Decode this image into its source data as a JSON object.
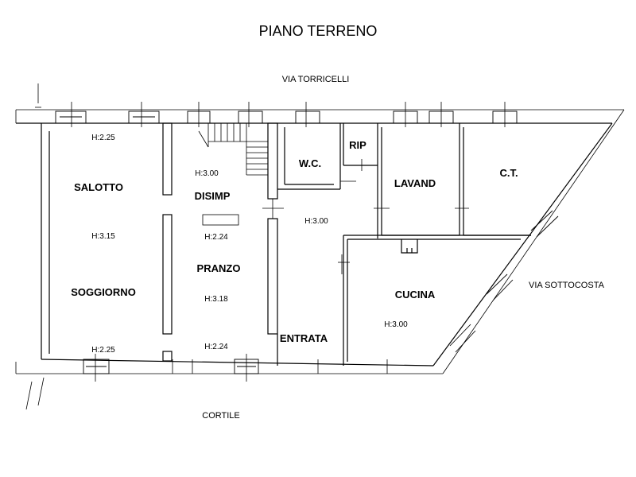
{
  "plan": {
    "title": "PIANO TERRENO",
    "streets": {
      "north": "VIA TORRICELLI",
      "east": "VIA SOTTOCOSTA",
      "south": "CORTILE"
    },
    "rooms": {
      "salotto": "SALOTTO",
      "soggiorno": "SOGGIORNO",
      "disimp": "DISIMP",
      "pranzo": "PRANZO",
      "wc": "W.C.",
      "rip": "RIP",
      "lavand": "LAVAND",
      "ct": "C.T.",
      "entrata": "ENTRATA",
      "cucina": "CUCINA"
    },
    "heights": {
      "salotto_top": "H:2.25",
      "salotto_mid": "H:3.15",
      "soggiorno_bottom": "H:2.25",
      "disimp": "H:3.00",
      "disimp_beam": "H:2.24",
      "pranzo": "H:3.18",
      "pranzo_bottom": "H:2.24",
      "entrata": "H:3.00",
      "cucina": "H:3.00"
    }
  }
}
